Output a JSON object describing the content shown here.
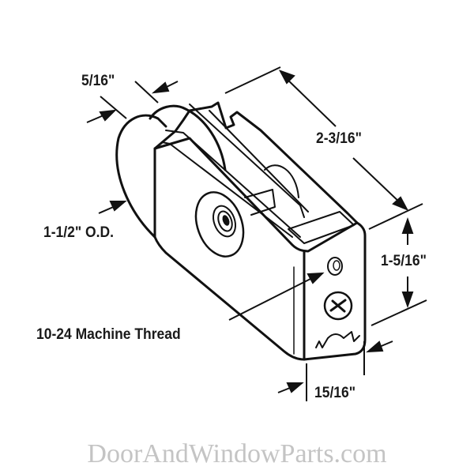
{
  "diagram": {
    "subject": "sliding door roller assembly",
    "stroke_color": "#111111",
    "background": "#ffffff"
  },
  "dimensions": {
    "wheel_thickness": "5/16\"",
    "length": "2-3/16\"",
    "wheel_diameter": "1-1/2\" O.D.",
    "height": "1-5/16\"",
    "thread": "10-24 Machine Thread",
    "width": "15/16\""
  },
  "watermark": {
    "text": "DoorAndWindowParts.com",
    "color": "#c4c4c4"
  }
}
